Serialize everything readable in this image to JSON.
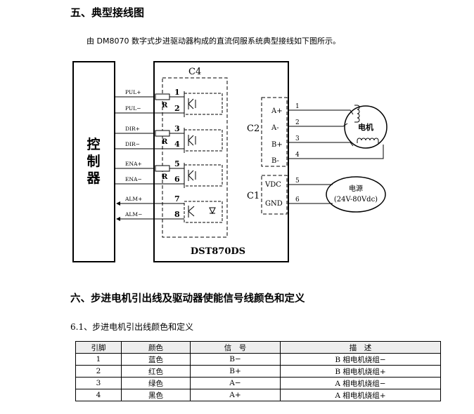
{
  "section5": {
    "title": "五、典型接线图",
    "intro": "由 DM8070  数字式步进驱动器构成的直流伺服系统典型接线如下图所示。"
  },
  "diagram": {
    "controller": [
      "控",
      "制",
      "器"
    ],
    "driver_model": "DST870DS",
    "group_label": "C4",
    "c2_label": "C2",
    "c1_label": "C1",
    "signals": [
      "PUL+",
      "PUL−",
      "DIR+",
      "DIR−",
      "ENA+",
      "ENA−",
      "ALM+",
      "ALM−"
    ],
    "pins": [
      "1",
      "2",
      "3",
      "4",
      "5",
      "6",
      "7",
      "8"
    ],
    "resistor": "R",
    "motor_terms": [
      "A+",
      "A-",
      "B+",
      "B-"
    ],
    "motor_wires": [
      "1",
      "2",
      "3",
      "4"
    ],
    "power_terms": [
      "VDC",
      "GND"
    ],
    "power_wires": [
      "5",
      "6"
    ],
    "motor": "电机",
    "power_title": "电源",
    "power_range": "(24V-80Vdc)"
  },
  "section6": {
    "title": "六、步进电机引出线及驱动器使能信号线颜色和定义",
    "sub": "6.1、步进电机引出线颜色和定义"
  },
  "table": {
    "headers": [
      "引脚",
      "颜色",
      "信　号",
      "描　述"
    ],
    "rows": [
      [
        "1",
        "蓝色",
        "B−",
        "B 相电机绕组−"
      ],
      [
        "2",
        "红色",
        "B+",
        "B 相电机绕组+"
      ],
      [
        "3",
        "绿色",
        "A−",
        "A 相电机绕组−"
      ],
      [
        "4",
        "黑色",
        "A+",
        "A 相电机绕组+"
      ]
    ]
  }
}
